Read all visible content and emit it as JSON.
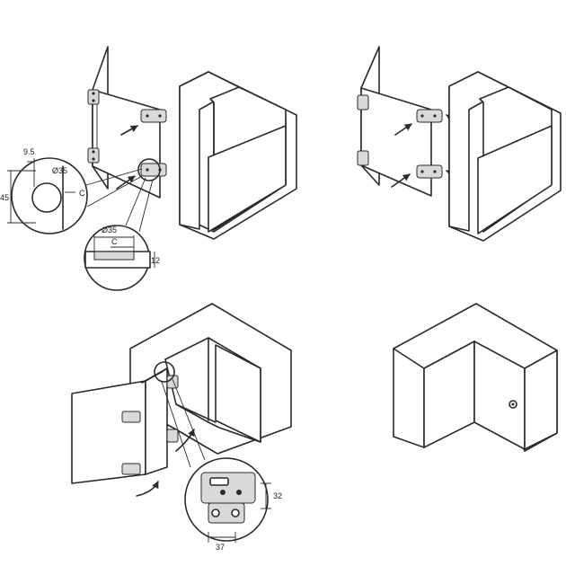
{
  "diagram": {
    "step1_labels": {
      "dim_9_5": "9.5",
      "dim_d35_top": "Ø35",
      "dim_45": "45",
      "dim_c_side": "C",
      "dim_d35_section": "Ø35",
      "dim_c_section": "C",
      "dim_12": "12"
    },
    "step3_labels": {
      "dim_32": "32",
      "dim_37": "37"
    }
  }
}
